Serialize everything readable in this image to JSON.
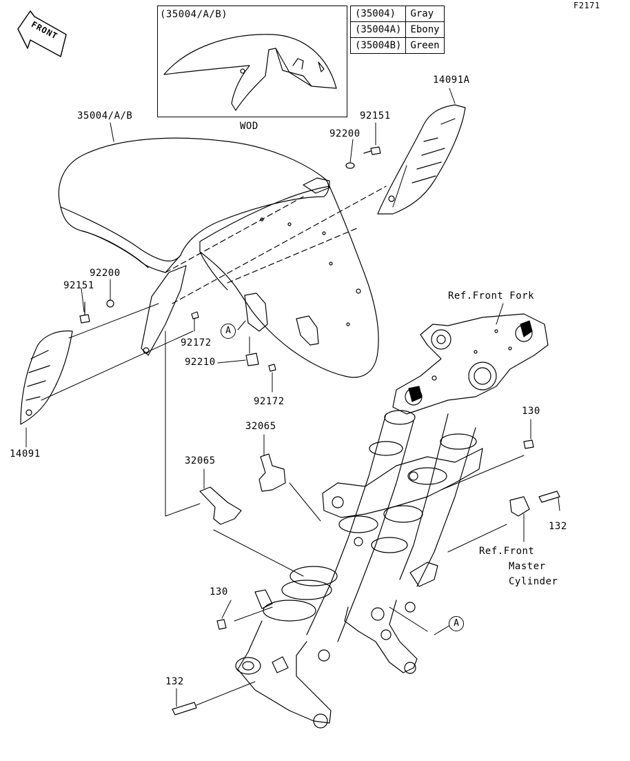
{
  "diagram_code": "F2171",
  "front_label": "FRONT",
  "color_table": [
    {
      "code": "(35004)",
      "color": "Gray"
    },
    {
      "code": "(35004A)",
      "color": "Ebony"
    },
    {
      "code": "(35004B)",
      "color": "Green"
    }
  ],
  "inset": {
    "title": "(35004/A/B)",
    "caption": "WOD"
  },
  "callout_letter": "A",
  "parts": {
    "fender": "35004/A/B",
    "cover_right": "14091A",
    "cover_left": "14091",
    "bolt_92151_right": "92151",
    "washer_92200_right": "92200",
    "washer_92200_left": "92200",
    "bolt_92151_left": "92151",
    "screw_92172_left": "92172",
    "clip_92210": "92210",
    "screw_92172_right": "92172",
    "bracket_32065_upper": "32065",
    "bracket_32065_lower": "32065",
    "bolt_130_upper": "130",
    "bolt_132_right": "132",
    "bolt_130_lower": "130",
    "bolt_132_lower": "132"
  },
  "references": {
    "front_fork": "Ref.Front Fork",
    "master_cylinder_l1": "Ref.Front",
    "master_cylinder_l2": "Master",
    "master_cylinder_l3": "Cylinder"
  }
}
